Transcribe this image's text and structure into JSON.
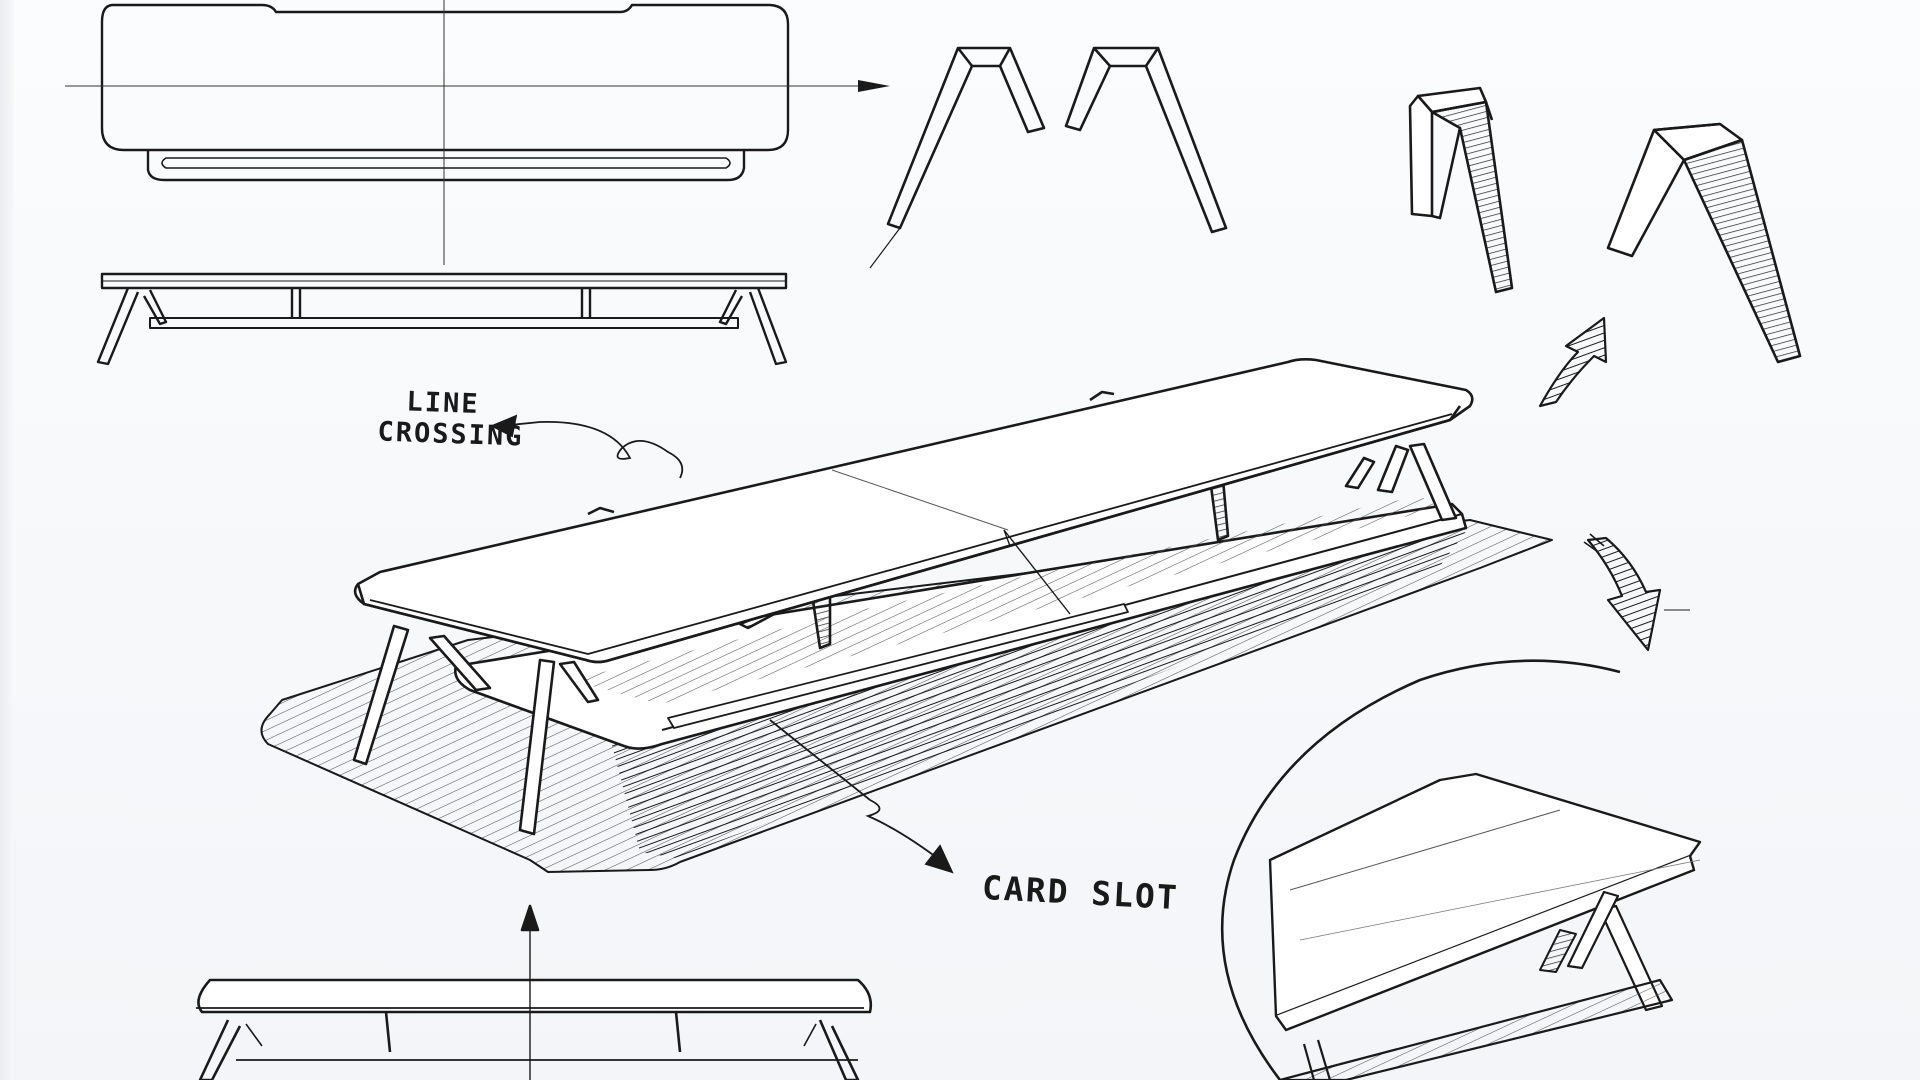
{
  "annotations": {
    "line_crossing": {
      "line1": "LINE",
      "line2": "CROSSING"
    },
    "card_slot": "CARD SLOT"
  },
  "colors": {
    "ink": "#1a1a1a",
    "paper": "#f6f7f9",
    "shadow": "#3a3a3a"
  }
}
